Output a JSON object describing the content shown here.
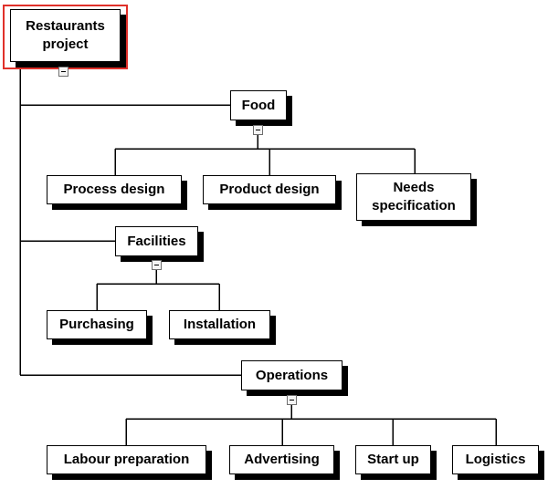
{
  "diagram": {
    "root": {
      "label": "Restaurants\nproject",
      "highlight_color": "#e0302a"
    },
    "branches": [
      {
        "label": "Food",
        "children": [
          "Process design",
          "Product design",
          "Needs\nspecification"
        ]
      },
      {
        "label": "Facilities",
        "children": [
          "Purchasing",
          "Installation"
        ]
      },
      {
        "label": "Operations",
        "children": [
          "Labour preparation",
          "Advertising",
          "Start up",
          "Logistics"
        ]
      }
    ],
    "colors": {
      "line": "#000000",
      "box": "#ffffff",
      "shadow": "#000000",
      "text": "#000000"
    },
    "icons": {
      "collapse": "collapse-minus-icon"
    }
  }
}
